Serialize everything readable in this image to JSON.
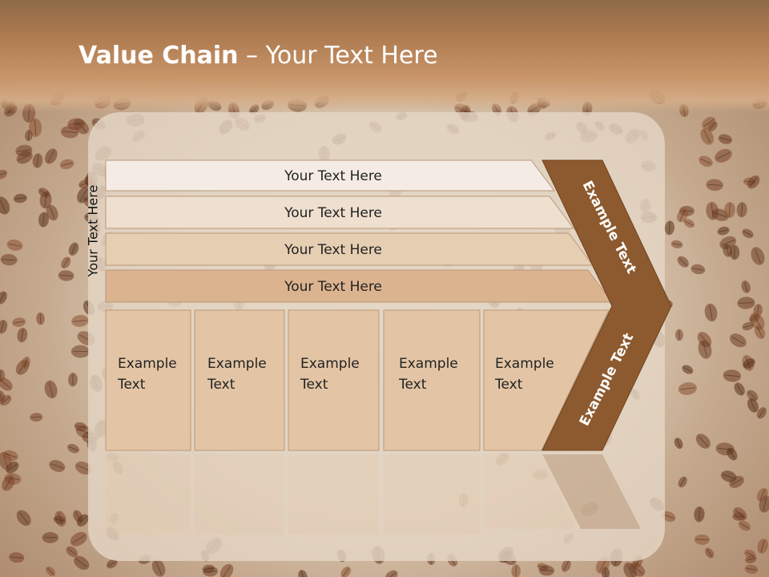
{
  "slide": {
    "title_bold": "Value Chain",
    "title_rest": " – Your Text Here",
    "side_label": "Your Text Here"
  },
  "bars": [
    {
      "label": "Your Text Here",
      "fill": "#f4ece4"
    },
    {
      "label": "Your Text Here",
      "fill": "#eedfcf"
    },
    {
      "label": "Your Text Here",
      "fill": "#e6ceb3"
    },
    {
      "label": "Your Text Here",
      "fill": "#dcb38f"
    }
  ],
  "boxes": [
    {
      "line1": "Example",
      "line2": "Text"
    },
    {
      "line1": "Example",
      "line2": "Text"
    },
    {
      "line1": "Example",
      "line2": "Text"
    },
    {
      "line1": "Example",
      "line2": "Text"
    },
    {
      "line1": "Example",
      "line2": "Text"
    }
  ],
  "chevron": {
    "top_label": "Example Text",
    "bottom_label": "Example Text",
    "fill": "#8d5a2f"
  },
  "colors": {
    "box_fill": "#e3c5a5",
    "box_stroke": "#b89878",
    "header": "#b07c52"
  }
}
